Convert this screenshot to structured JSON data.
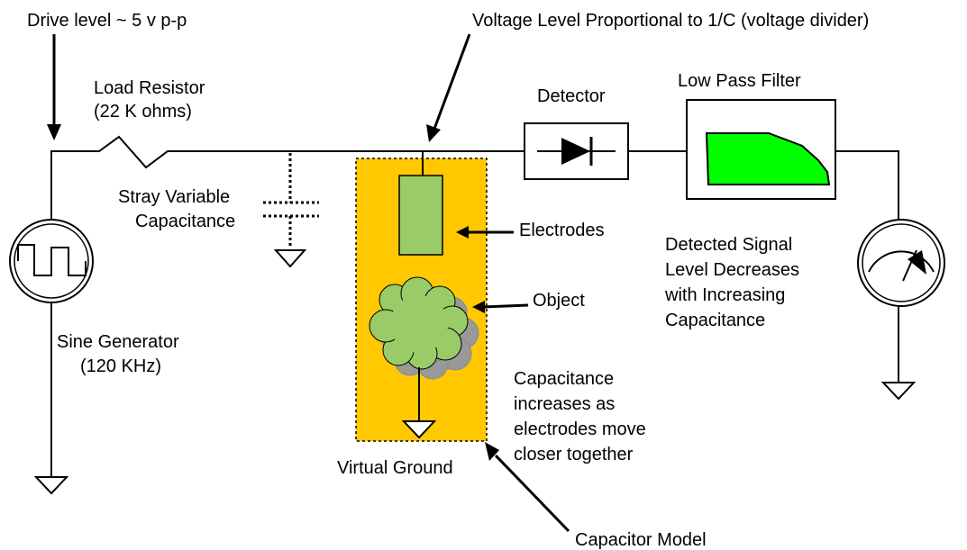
{
  "labels": {
    "drive_level": "Drive level ~ 5 v p-p",
    "voltage_level": "Voltage Level Proportional to 1/C (voltage divider)",
    "load_resistor_line1": "Load Resistor",
    "load_resistor_line2": "(22 K ohms)",
    "detector": "Detector",
    "low_pass_filter": "Low Pass Filter",
    "stray_line1": "Stray Variable",
    "stray_line2": "Capacitance",
    "electrodes": "Electrodes",
    "object": "Object",
    "detected_line1": "Detected Signal",
    "detected_line2": "Level Decreases",
    "detected_line3": "with Increasing",
    "detected_line4": "Capacitance",
    "sine_line1": "Sine Generator",
    "sine_line2": "(120 KHz)",
    "cap_inc_line1": "Capacitance",
    "cap_inc_line2": "increases as",
    "cap_inc_line3": "electrodes move",
    "cap_inc_line4": "closer together",
    "virtual_ground": "Virtual Ground",
    "capacitor_model": "Capacitor Model"
  },
  "colors": {
    "capacitor_box": "#FFC800",
    "electrode": "#99CC66",
    "object": "#99CC66",
    "object_shadow": "#999999",
    "filter_fill": "#00FF00",
    "line": "#000000"
  }
}
